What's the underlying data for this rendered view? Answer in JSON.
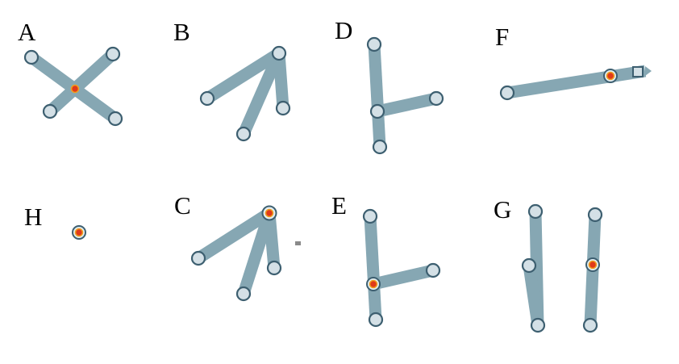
{
  "figure": {
    "panels": [
      {
        "id": "A",
        "label": "A"
      },
      {
        "id": "B",
        "label": "B"
      },
      {
        "id": "D",
        "label": "D"
      },
      {
        "id": "F",
        "label": "F"
      },
      {
        "id": "H",
        "label": "H"
      },
      {
        "id": "C",
        "label": "C"
      },
      {
        "id": "E",
        "label": "E"
      },
      {
        "id": "G",
        "label": "G"
      }
    ],
    "colors": {
      "bar": "#86a7b3",
      "node_fill": "#d4e0e6",
      "node_stroke": "#3d5f70",
      "pivot_core": "#e03a1a",
      "pivot_ring": "#f0a020"
    }
  }
}
